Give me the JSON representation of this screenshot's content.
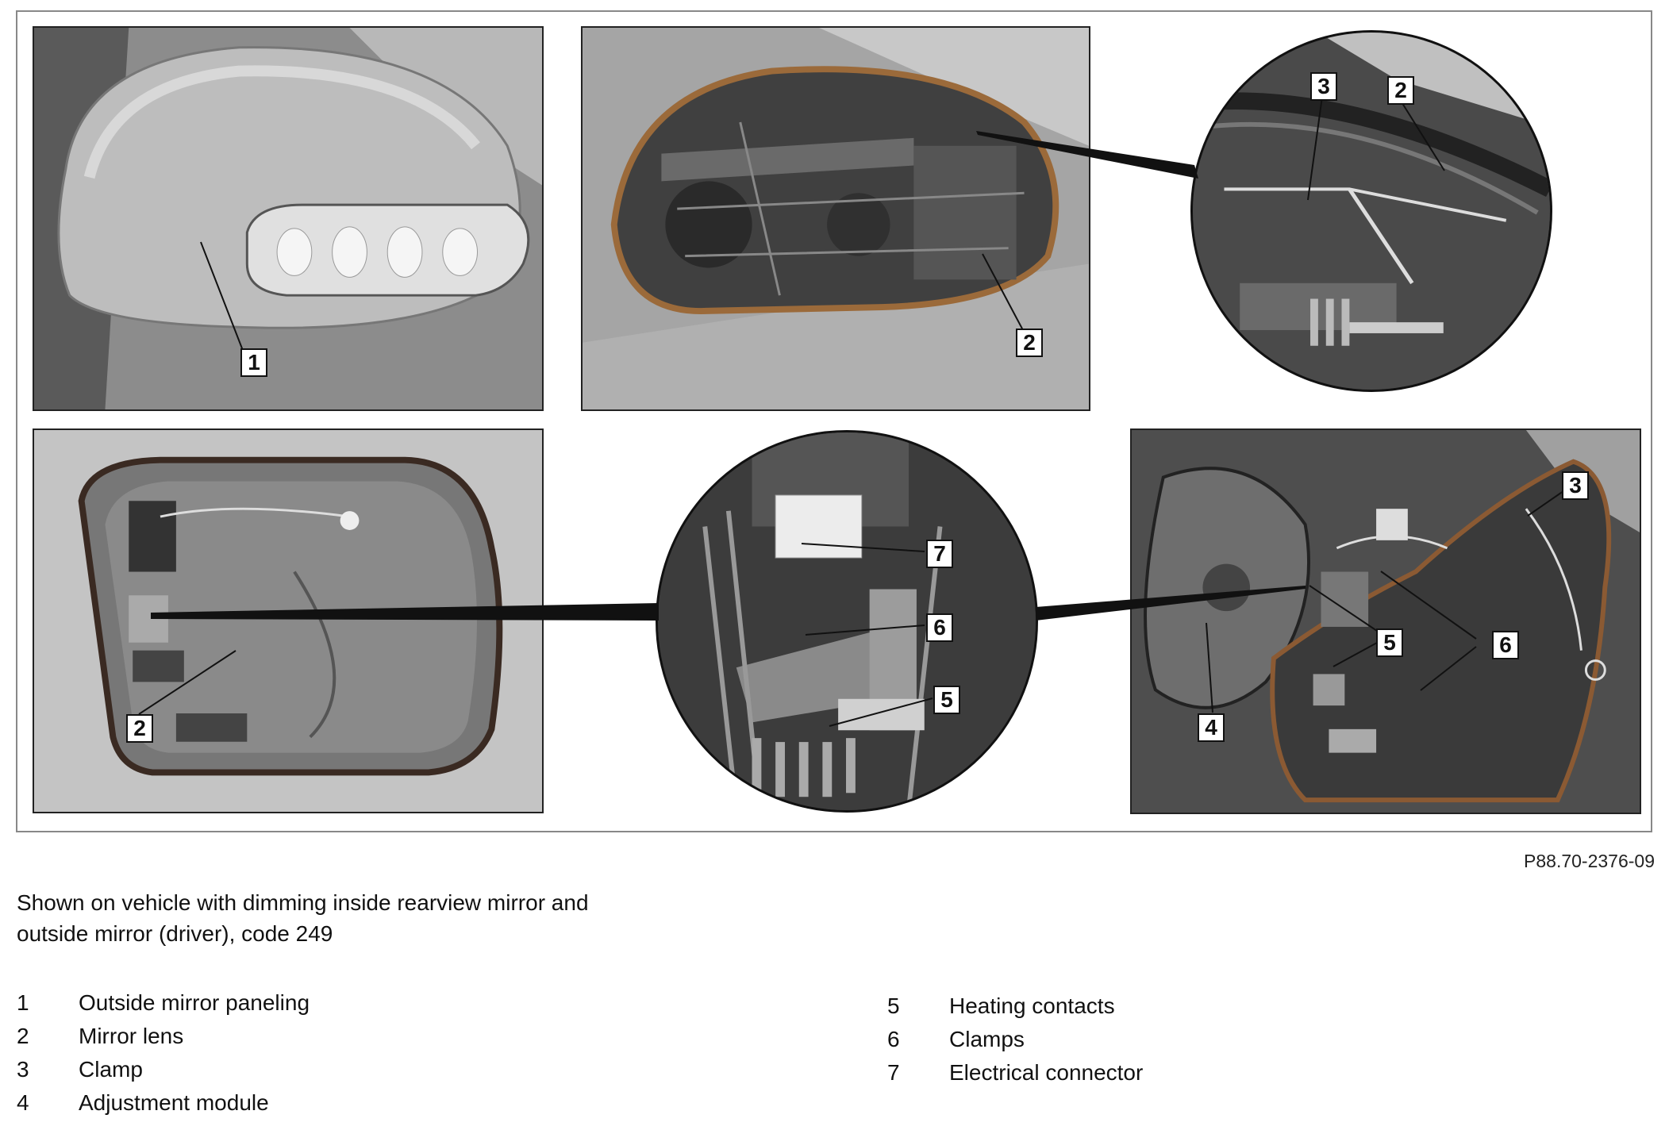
{
  "figure_code": "P88.70-2376-09",
  "caption": {
    "line1": "Shown on vehicle with dimming inside rearview mirror and",
    "line2": "outside mirror (driver), code 249"
  },
  "callouts": {
    "p1_1": "1",
    "p2_2": "2",
    "c1_3": "3",
    "c1_2": "2",
    "p3_2": "2",
    "c2_7": "7",
    "c2_6": "6",
    "c2_5": "5",
    "p4_3": "3",
    "p4_5": "5",
    "p4_6": "6",
    "p4_4": "4"
  },
  "legend_left": [
    {
      "num": "1",
      "label": "Outside mirror paneling"
    },
    {
      "num": "2",
      "label": "Mirror lens"
    },
    {
      "num": "3",
      "label": "Clamp"
    },
    {
      "num": "4",
      "label": "Adjustment module"
    }
  ],
  "legend_right": [
    {
      "num": "5",
      "label": "Heating contacts"
    },
    {
      "num": "6",
      "label": "Clamps"
    },
    {
      "num": "7",
      "label": "Electrical connector"
    }
  ]
}
